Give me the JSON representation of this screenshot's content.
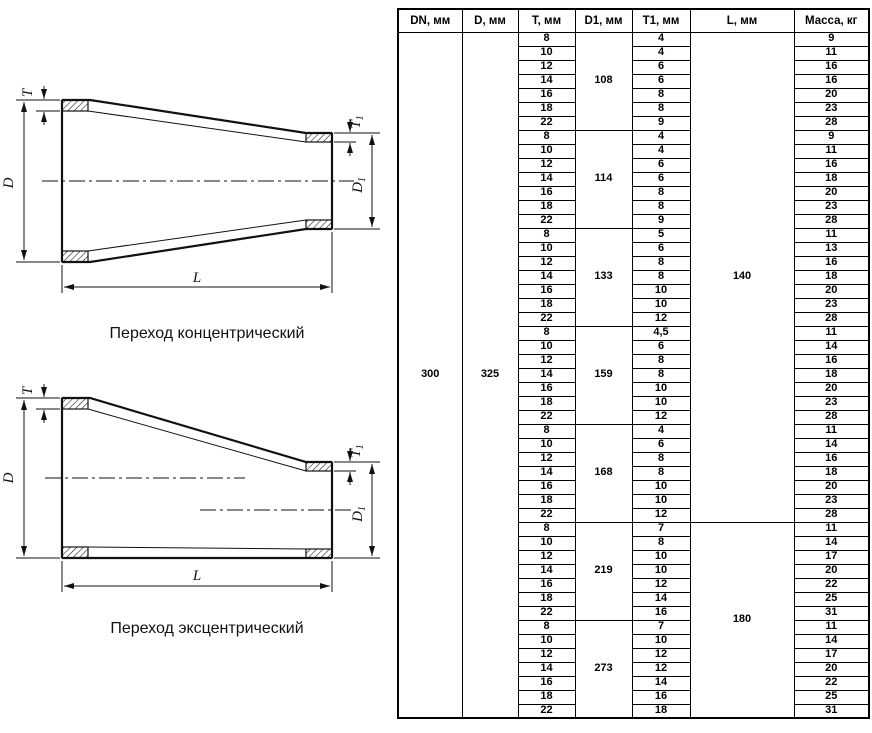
{
  "window": {
    "background": "#ffffff",
    "line_color": "#111111"
  },
  "drawings": {
    "dim_labels": {
      "t": "T",
      "t1_main": "T",
      "t1_sub": "1",
      "d": "D",
      "d1_main": "D",
      "d1_sub": "1",
      "l": "L"
    },
    "concentric_caption": "Переход концентрический",
    "eccentric_caption": "Переход эксцентрический"
  },
  "table": {
    "headers": [
      "DN, мм",
      "D, мм",
      "T, мм",
      "D1, мм",
      "T1, мм",
      "L, мм",
      "Масса, кг"
    ],
    "dn": "300",
    "d": "325",
    "l_groups": [
      {
        "value": "140",
        "span_groups": 5
      },
      {
        "value": "180",
        "span_groups": 2
      }
    ],
    "groups": [
      {
        "d1": "108",
        "rows": [
          [
            "8",
            "4",
            "9"
          ],
          [
            "10",
            "4",
            "11"
          ],
          [
            "12",
            "6",
            "16"
          ],
          [
            "14",
            "6",
            "16"
          ],
          [
            "16",
            "8",
            "20"
          ],
          [
            "18",
            "8",
            "23"
          ],
          [
            "22",
            "9",
            "28"
          ]
        ]
      },
      {
        "d1": "114",
        "rows": [
          [
            "8",
            "4",
            "9"
          ],
          [
            "10",
            "4",
            "11"
          ],
          [
            "12",
            "6",
            "16"
          ],
          [
            "14",
            "6",
            "18"
          ],
          [
            "16",
            "8",
            "20"
          ],
          [
            "18",
            "8",
            "23"
          ],
          [
            "22",
            "9",
            "28"
          ]
        ]
      },
      {
        "d1": "133",
        "rows": [
          [
            "8",
            "5",
            "11"
          ],
          [
            "10",
            "6",
            "13"
          ],
          [
            "12",
            "8",
            "16"
          ],
          [
            "14",
            "8",
            "18"
          ],
          [
            "16",
            "10",
            "20"
          ],
          [
            "18",
            "10",
            "23"
          ],
          [
            "22",
            "12",
            "28"
          ]
        ]
      },
      {
        "d1": "159",
        "rows": [
          [
            "8",
            "4,5",
            "11"
          ],
          [
            "10",
            "6",
            "14"
          ],
          [
            "12",
            "8",
            "16"
          ],
          [
            "14",
            "8",
            "18"
          ],
          [
            "16",
            "10",
            "20"
          ],
          [
            "18",
            "10",
            "23"
          ],
          [
            "22",
            "12",
            "28"
          ]
        ]
      },
      {
        "d1": "168",
        "rows": [
          [
            "8",
            "4",
            "11"
          ],
          [
            "10",
            "6",
            "14"
          ],
          [
            "12",
            "8",
            "16"
          ],
          [
            "14",
            "8",
            "18"
          ],
          [
            "16",
            "10",
            "20"
          ],
          [
            "18",
            "10",
            "23"
          ],
          [
            "22",
            "12",
            "28"
          ]
        ]
      },
      {
        "d1": "219",
        "rows": [
          [
            "8",
            "7",
            "11"
          ],
          [
            "10",
            "8",
            "14"
          ],
          [
            "12",
            "10",
            "17"
          ],
          [
            "14",
            "10",
            "20"
          ],
          [
            "16",
            "12",
            "22"
          ],
          [
            "18",
            "14",
            "25"
          ],
          [
            "22",
            "16",
            "31"
          ]
        ]
      },
      {
        "d1": "273",
        "rows": [
          [
            "8",
            "7",
            "11"
          ],
          [
            "10",
            "10",
            "14"
          ],
          [
            "12",
            "12",
            "17"
          ],
          [
            "14",
            "12",
            "20"
          ],
          [
            "16",
            "14",
            "22"
          ],
          [
            "18",
            "16",
            "25"
          ],
          [
            "22",
            "18",
            "31"
          ]
        ]
      }
    ]
  }
}
